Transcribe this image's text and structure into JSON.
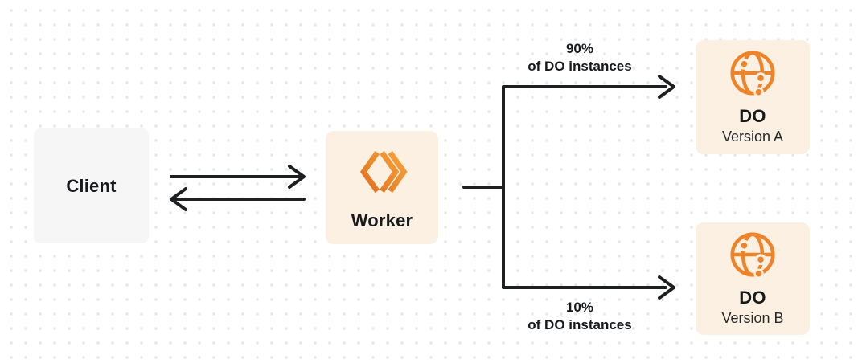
{
  "colors": {
    "accent_orange": "#EE8329",
    "box_cream": "#FBF0E1",
    "box_gray": "#F6F6F7",
    "line_dark": "#1E1F21",
    "text_primary": "#17191C",
    "text_secondary": "#26282C",
    "dot_grid": "#E8E6E4",
    "background": "#FFFFFF"
  },
  "nodes": {
    "client": {
      "label": "Client"
    },
    "worker": {
      "label": "Worker",
      "icon": "cloudflare-workers-icon"
    },
    "do_version_a": {
      "title": "DO",
      "subtitle": "Version A",
      "icon": "durable-object-globe-icon"
    },
    "do_version_b": {
      "title": "DO",
      "subtitle": "Version B",
      "icon": "durable-object-globe-icon"
    }
  },
  "edges": {
    "branch_top": {
      "percent": "90%",
      "caption": "of DO instances"
    },
    "branch_bottom": {
      "percent": "10%",
      "caption": "of DO instances"
    }
  }
}
